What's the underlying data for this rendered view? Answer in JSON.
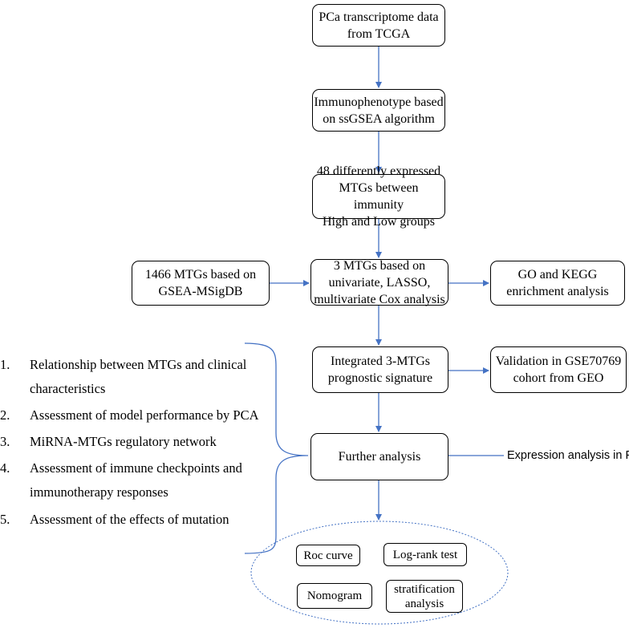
{
  "flow": {
    "step1": [
      "PCa transcriptome data",
      "from TCGA"
    ],
    "step2": [
      "Immunophenotype based",
      "on ssGSEA algorithm"
    ],
    "step3": [
      "48 differently expressed",
      "MTGs between immunity",
      "High and Low groups"
    ],
    "step4": [
      "3 MTGs based on",
      "univariate, LASSO,",
      "multivariate Cox analysis"
    ],
    "input_left": [
      "1466 MTGs based on",
      "GSEA-MSigDB"
    ],
    "output_right_1": [
      "GO and KEGG",
      "enrichment analysis"
    ],
    "step5": [
      "Integrated 3-MTGs",
      "prognostic signature"
    ],
    "output_right_2": [
      "Validation in GSE70769",
      "cohort from GEO"
    ],
    "step6": "Further analysis",
    "step6_note": "Expression analysis in PCa"
  },
  "further_list": [
    {
      "num": "1.",
      "text": "Relationship between MTGs and clinical characteristics"
    },
    {
      "num": "2.",
      "text": "Assessment of model performance by PCA"
    },
    {
      "num": "3.",
      "text": "MiRNA-MTGs regulatory network"
    },
    {
      "num": "4.",
      "text": "Assessment of immune checkpoints and immunotherapy responses"
    },
    {
      "num": "5.",
      "text": "Assessment of the effects of mutation"
    }
  ],
  "ellipse_items": {
    "roc": "Roc curve",
    "logrank": "Log-rank test",
    "nomogram": "Nomogram",
    "stratification": [
      "stratification",
      "analysis"
    ]
  },
  "colors": {
    "arrow": "#4472C4",
    "border": "#000000"
  }
}
